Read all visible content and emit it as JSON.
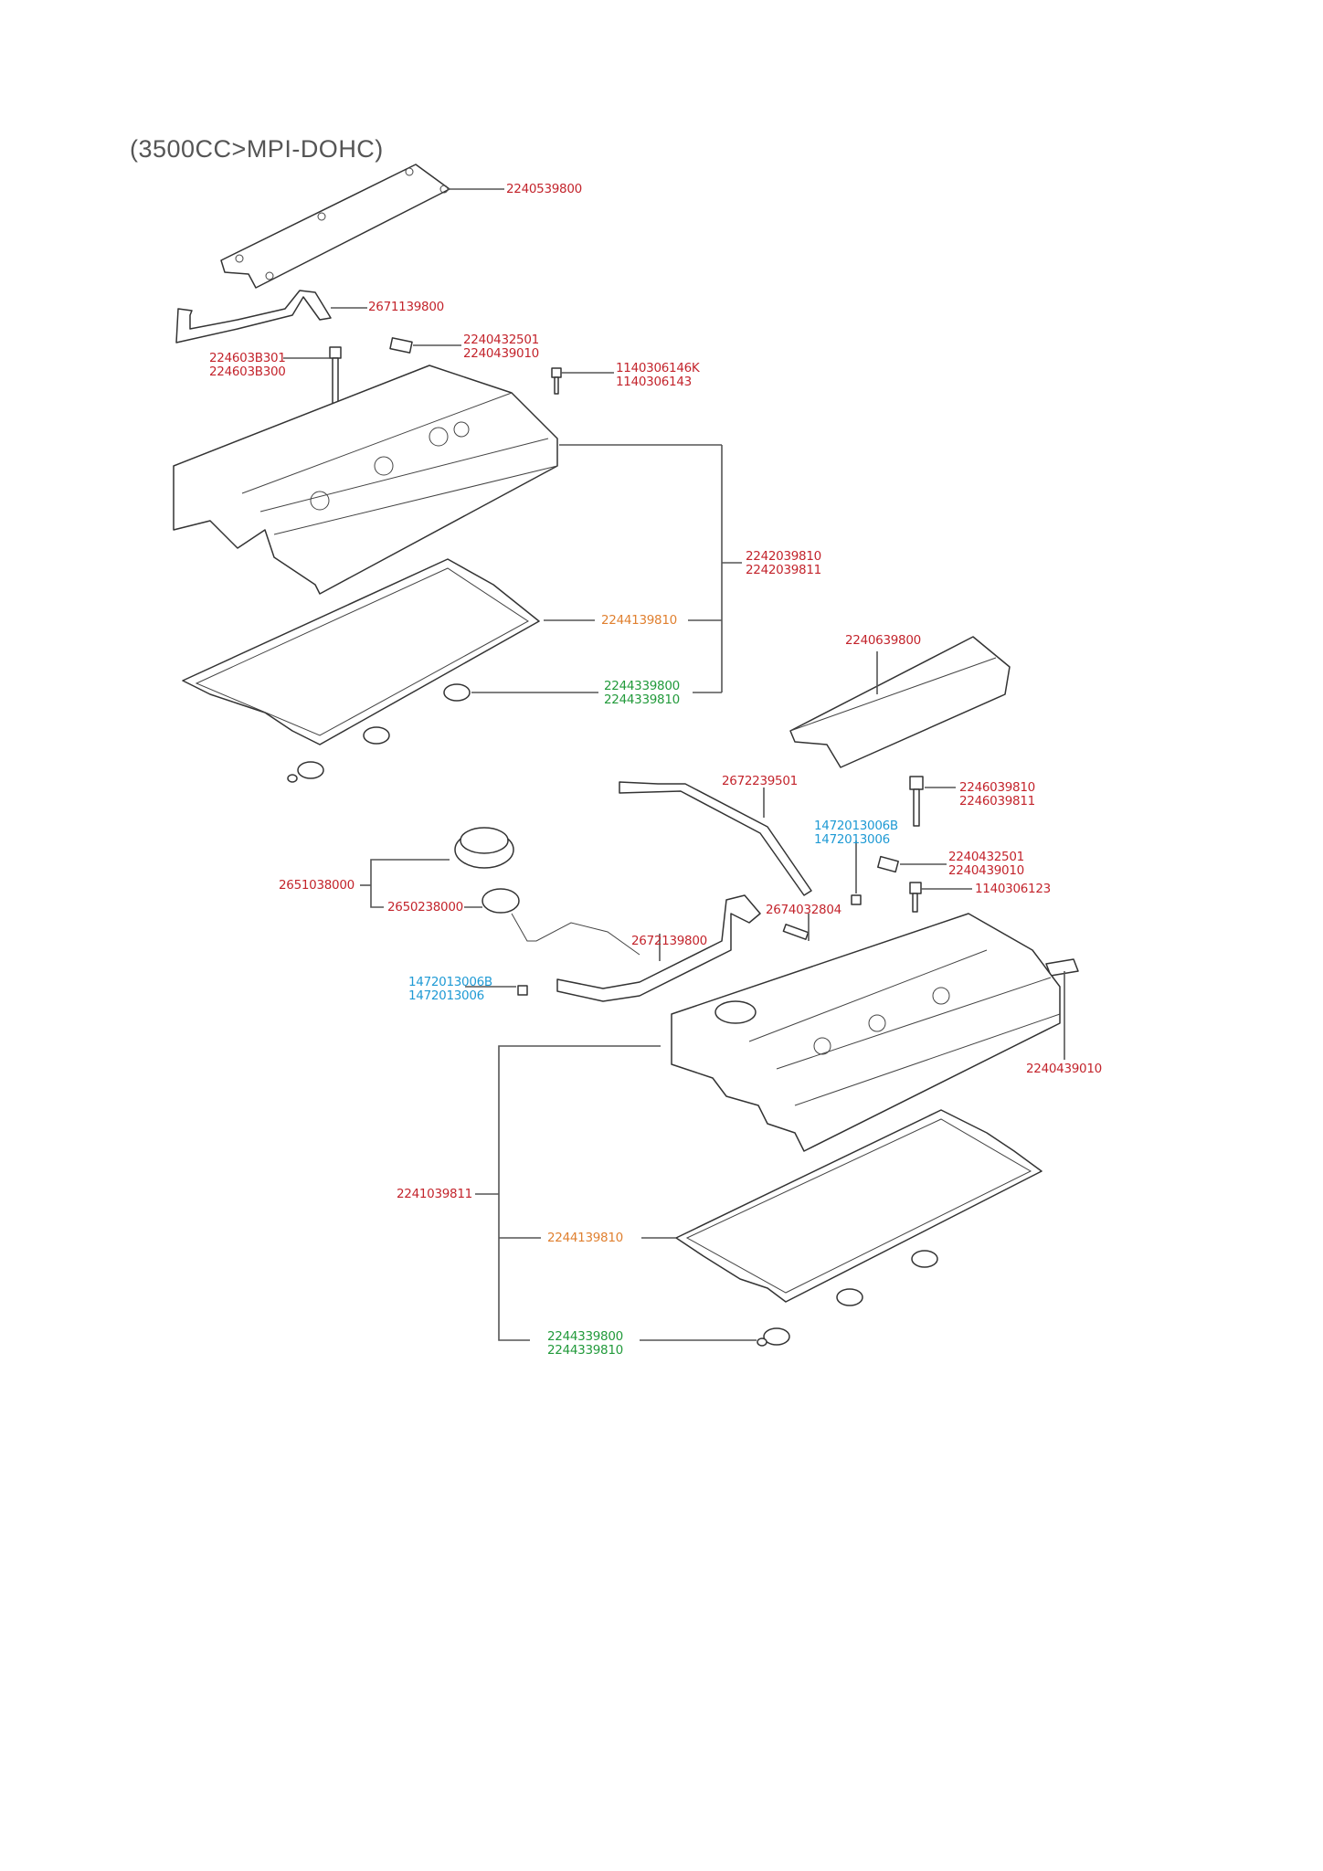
{
  "title": "(3500CC>MPI-DOHC)",
  "colors": {
    "part": "#c3242c",
    "gasket": "#e08030",
    "seal": "#229a3b",
    "clip": "#1f9ad4"
  },
  "callouts": [
    {
      "id": "top-cover",
      "numbers": [
        "2240539800"
      ]
    },
    {
      "id": "upper-hose",
      "numbers": [
        "2671139800"
      ]
    },
    {
      "id": "upper-nipple",
      "numbers": [
        "2240432501",
        "2240439010"
      ]
    },
    {
      "id": "upper-long-bolt",
      "numbers": [
        "224603B301",
        "224603B300"
      ]
    },
    {
      "id": "upper-bolt",
      "numbers": [
        "1140306146K",
        "1140306143"
      ]
    },
    {
      "id": "upper-head-cover-assy",
      "numbers": [
        "2242039810",
        "2242039811"
      ]
    },
    {
      "id": "upper-gasket",
      "numbers": [
        "2244139810"
      ]
    },
    {
      "id": "upper-plug-seal",
      "numbers": [
        "2244339800",
        "2244339810"
      ]
    },
    {
      "id": "lower-cover",
      "numbers": [
        "2240639800"
      ]
    },
    {
      "id": "lower-hose-a",
      "numbers": [
        "2672239501"
      ]
    },
    {
      "id": "lower-long-bolt",
      "numbers": [
        "2246039810",
        "2246039811"
      ]
    },
    {
      "id": "clip-right",
      "numbers": [
        "1472013006B",
        "1472013006"
      ]
    },
    {
      "id": "lower-nipple",
      "numbers": [
        "2240432501",
        "2240439010"
      ]
    },
    {
      "id": "lower-bolt",
      "numbers": [
        "1140306123"
      ]
    },
    {
      "id": "oil-filler-cap",
      "numbers": [
        "2651038000"
      ]
    },
    {
      "id": "cap-gasket",
      "numbers": [
        "2650238000"
      ]
    },
    {
      "id": "pcv-valve",
      "numbers": [
        "2674032804"
      ]
    },
    {
      "id": "lower-hose-b",
      "numbers": [
        "2672139800"
      ]
    },
    {
      "id": "clip-left",
      "numbers": [
        "1472013006B",
        "1472013006"
      ]
    },
    {
      "id": "lower-small-nipple",
      "numbers": [
        "2240439010"
      ]
    },
    {
      "id": "lower-head-cover-assy",
      "numbers": [
        "2241039811"
      ]
    },
    {
      "id": "lower-gasket",
      "numbers": [
        "2244139810"
      ]
    },
    {
      "id": "lower-plug-seal",
      "numbers": [
        "2244339800",
        "2244339810"
      ]
    }
  ]
}
